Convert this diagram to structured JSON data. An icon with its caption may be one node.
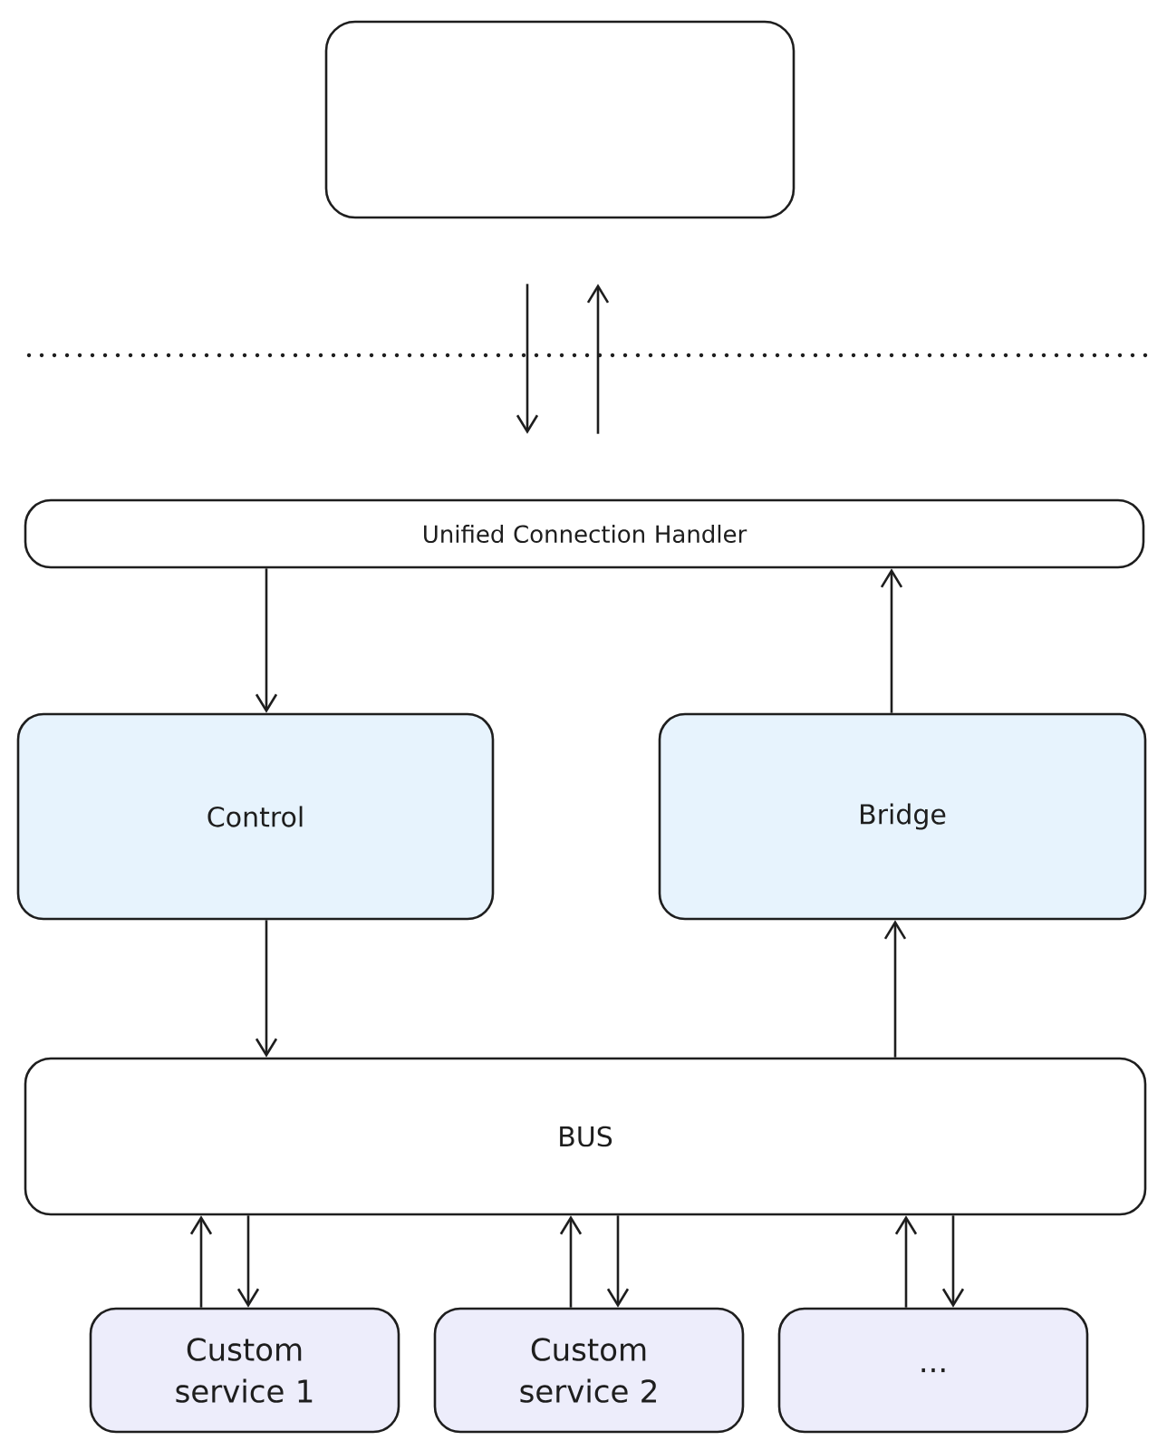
{
  "diagram": {
    "nodes": [
      {
        "text": [],
        "shape": "box"
      },
      {
        "text": [
          "Unified Connection Handler"
        ]
      },
      {
        "text": [
          "Control"
        ]
      },
      {
        "text": [
          "Bridge"
        ]
      },
      {
        "text": [
          "BUS"
        ]
      },
      {
        "text": [
          "Custom service 1"
        ]
      },
      {
        "text": [
          "Custom service 2"
        ]
      },
      {
        "text": [
          "..."
        ]
      }
    ],
    "edges": [
      {
        "from": 0,
        "to": 1,
        "arrow": "to"
      },
      {
        "from": 1,
        "to": 0,
        "arrow": "to"
      },
      {
        "from": 1,
        "to": 2,
        "arrow": "to"
      },
      {
        "from": 3,
        "to": 1,
        "arrow": "to"
      },
      {
        "from": 2,
        "to": 4,
        "arrow": "to"
      },
      {
        "from": 4,
        "to": 3,
        "arrow": "to"
      },
      {
        "from": 5,
        "to": 4,
        "arrow": "to"
      },
      {
        "from": 4,
        "to": 5,
        "arrow": "to"
      },
      {
        "from": 6,
        "to": 4,
        "arrow": "to"
      },
      {
        "from": 4,
        "to": 6,
        "arrow": "to"
      },
      {
        "from": 7,
        "to": 4,
        "arrow": "to"
      },
      {
        "from": 4,
        "to": 7,
        "arrow": "to"
      }
    ]
  }
}
